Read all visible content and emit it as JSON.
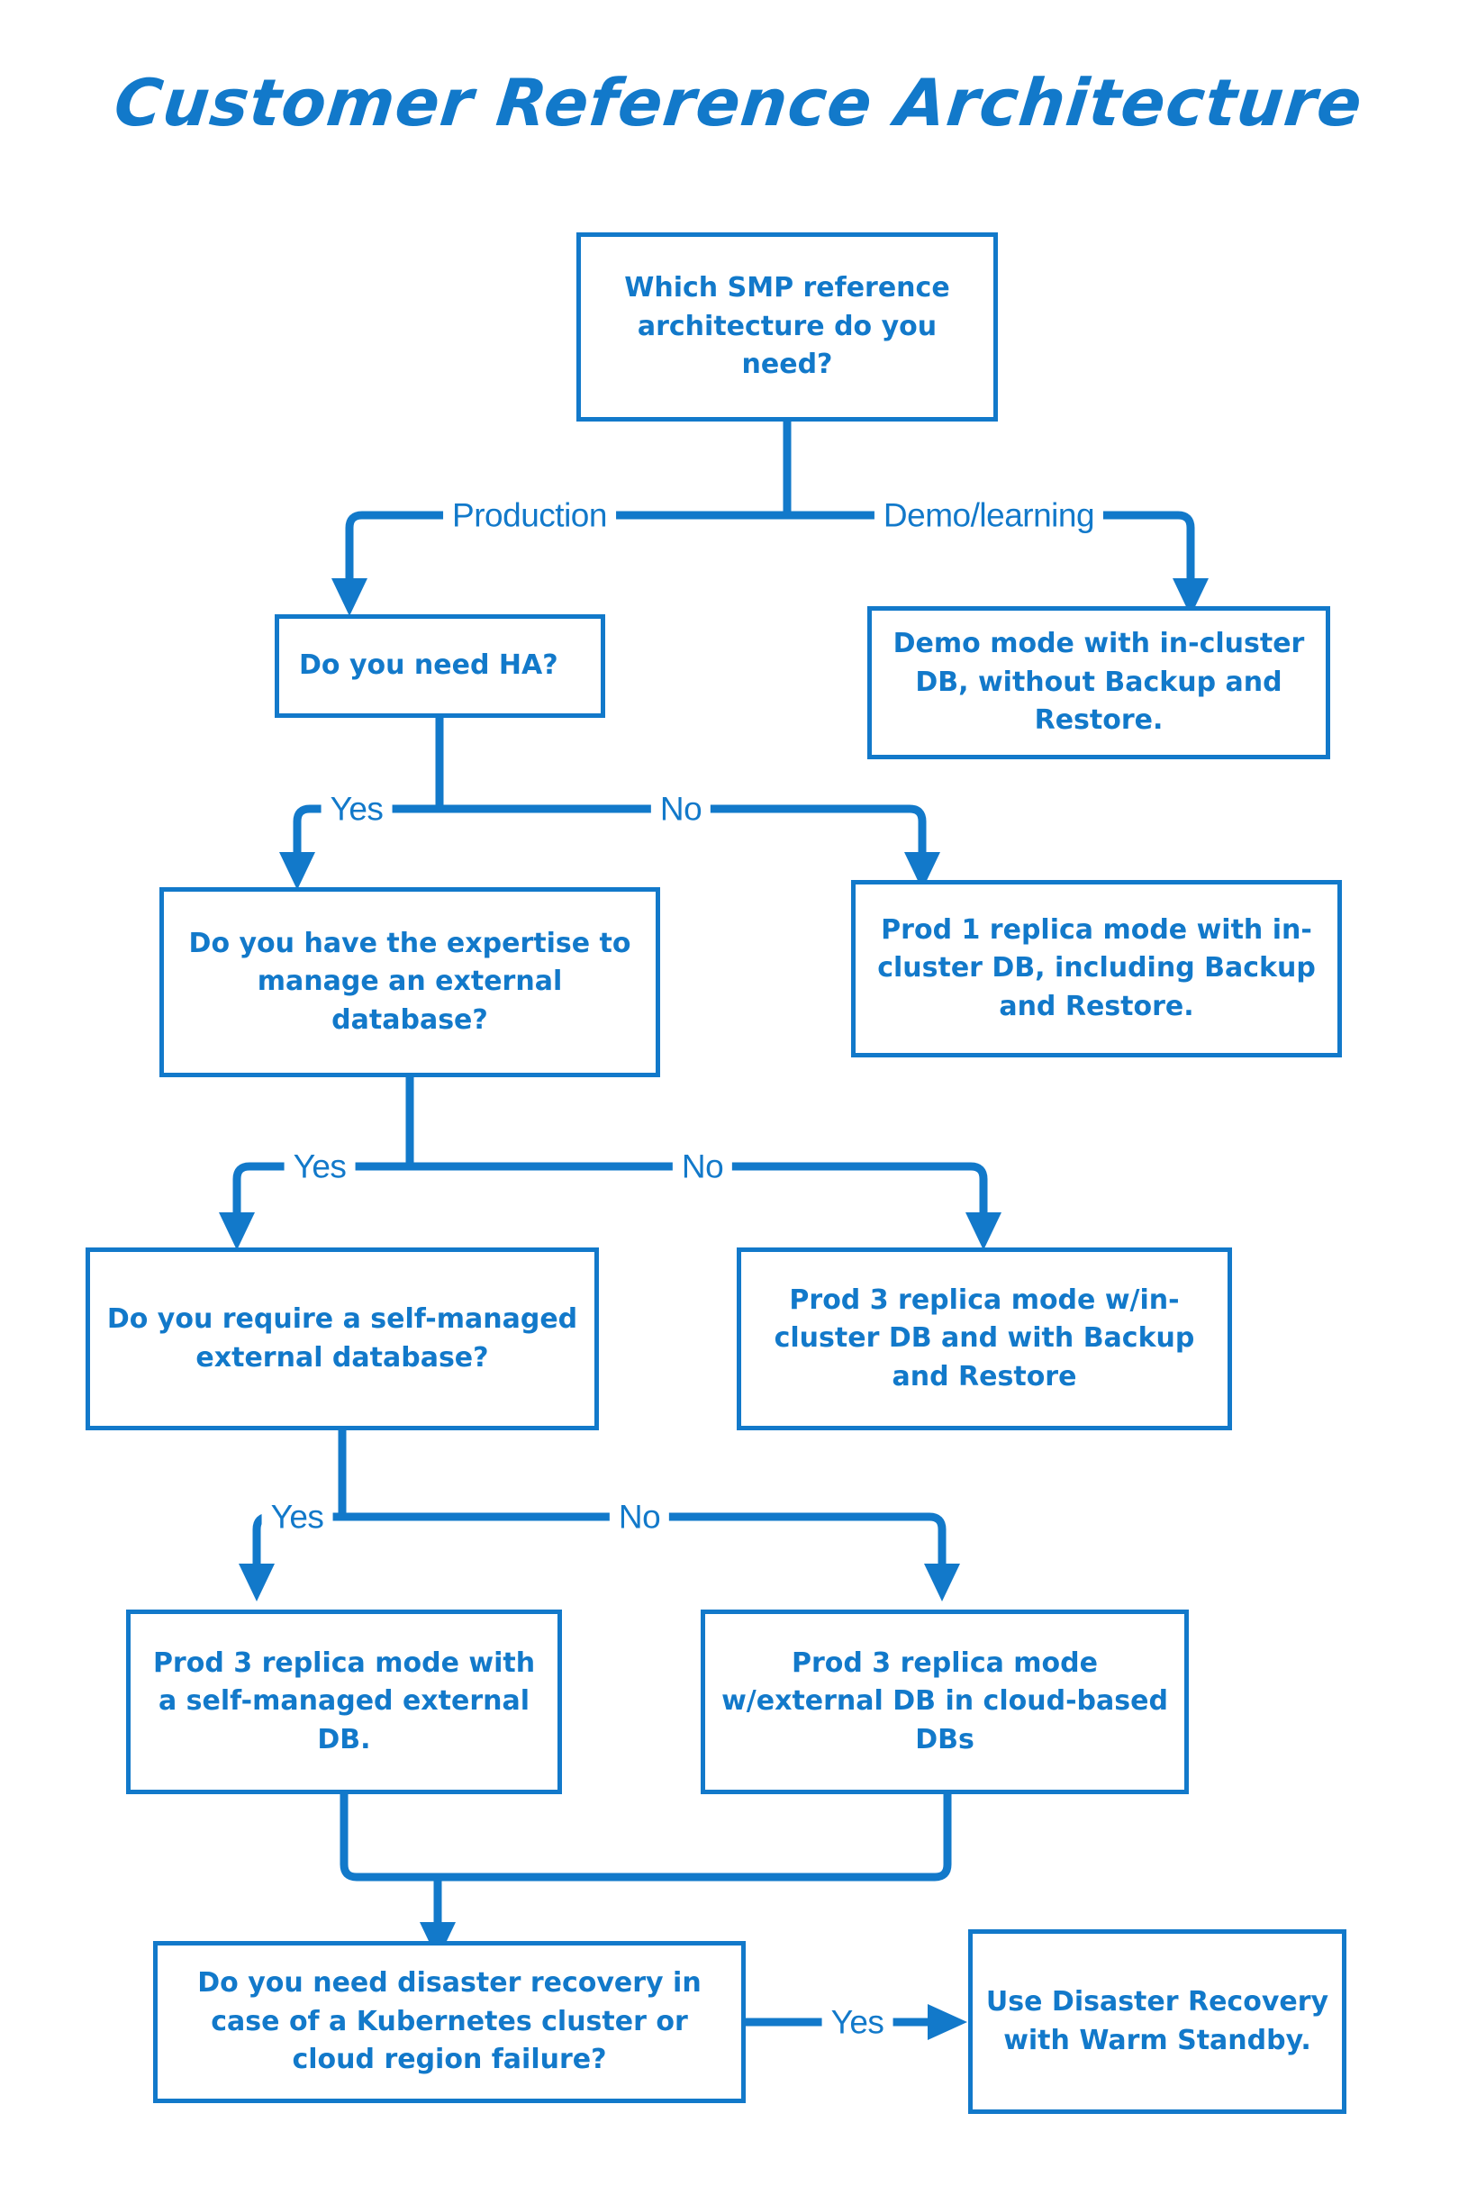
{
  "page": {
    "title": "Customer Reference Architecture",
    "accent_color": "#1279ca",
    "background_color": "#ffffff"
  },
  "chart_data": {
    "type": "diagram",
    "subtype": "decision-flowchart",
    "title": "Customer Reference Architecture",
    "orientation": "top-down",
    "nodes": [
      {
        "id": "q-root",
        "kind": "decision",
        "text": "Which SMP reference architecture do you need?"
      },
      {
        "id": "q-ha",
        "kind": "decision",
        "text": "Do you need HA?"
      },
      {
        "id": "r-demo",
        "kind": "result",
        "text": "Demo mode with in-cluster DB, without Backup and Restore."
      },
      {
        "id": "q-expertise",
        "kind": "decision",
        "text": "Do you have the expertise to manage an external database?"
      },
      {
        "id": "r-prod1",
        "kind": "result",
        "text": "Prod 1 replica mode with in-cluster DB, including Backup and Restore."
      },
      {
        "id": "q-selfmgd",
        "kind": "decision",
        "text": "Do you require a self-managed external database?"
      },
      {
        "id": "r-prod3-inc",
        "kind": "result",
        "text": "Prod 3 replica mode w/in-cluster DB and with Backup and Restore"
      },
      {
        "id": "r-prod3-self",
        "kind": "result",
        "text": "Prod 3 replica mode with a self-managed external DB."
      },
      {
        "id": "r-prod3-cloud",
        "kind": "result",
        "text": "Prod 3 replica mode w/external DB in cloud-based DBs"
      },
      {
        "id": "q-dr",
        "kind": "decision",
        "text": "Do you need disaster recovery in case of a Kubernetes cluster or cloud region failure?"
      },
      {
        "id": "r-warm",
        "kind": "result",
        "text": "Use Disaster Recovery with Warm Standby."
      }
    ],
    "edges": [
      {
        "from": "q-root",
        "to": "q-ha",
        "label": "Production"
      },
      {
        "from": "q-root",
        "to": "r-demo",
        "label": "Demo/learning"
      },
      {
        "from": "q-ha",
        "to": "q-expertise",
        "label": "Yes"
      },
      {
        "from": "q-ha",
        "to": "r-prod1",
        "label": "No"
      },
      {
        "from": "q-expertise",
        "to": "q-selfmgd",
        "label": "Yes"
      },
      {
        "from": "q-expertise",
        "to": "r-prod3-inc",
        "label": "No"
      },
      {
        "from": "q-selfmgd",
        "to": "r-prod3-self",
        "label": "Yes"
      },
      {
        "from": "q-selfmgd",
        "to": "r-prod3-cloud",
        "label": "No"
      },
      {
        "from": "r-prod3-self",
        "to": "q-dr",
        "label": ""
      },
      {
        "from": "r-prod3-cloud",
        "to": "q-dr",
        "label": ""
      },
      {
        "from": "q-dr",
        "to": "r-warm",
        "label": "Yes"
      }
    ],
    "edge_labels": [
      "Production",
      "Demo/learning",
      "Yes",
      "No",
      "Yes",
      "No",
      "Yes",
      "No",
      "Yes"
    ]
  }
}
